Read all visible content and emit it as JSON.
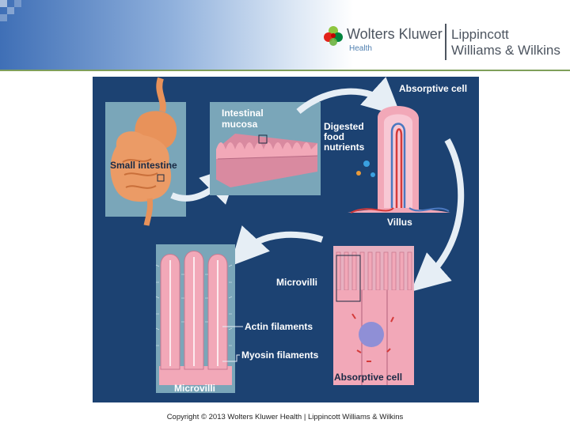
{
  "header": {
    "brand_name": "Wolters Kluwer",
    "brand_division": "Health",
    "partner_line1": "Lippincott",
    "partner_line2": "Williams & Wilkins"
  },
  "figure": {
    "labels": {
      "small_intestine": "Small intestine",
      "intestinal_mucosa_1": "Intestinal",
      "intestinal_mucosa_2": "mucosa",
      "absorptive_cell_top": "Absorptive cell",
      "digested_1": "Digested",
      "digested_2": "food",
      "digested_3": "nutrients",
      "villus": "Villus",
      "microvilli_mid": "Microvilli",
      "actin_filaments": "Actin filaments",
      "myosin_filaments": "Myosin filaments",
      "absorptive_cell_bottom": "Absorptive cell",
      "microvilli_bottom": "Microvilli"
    },
    "colors": {
      "background": "#1c4272",
      "panel": "#7aa6b9",
      "tissue_pink": "#f2a8b8",
      "organ_orange": "#e8925a",
      "arrow": "#e6eef5"
    }
  },
  "footer": {
    "copyright": "Copyright © 2013 Wolters Kluwer Health | Lippincott Williams & Wilkins"
  }
}
